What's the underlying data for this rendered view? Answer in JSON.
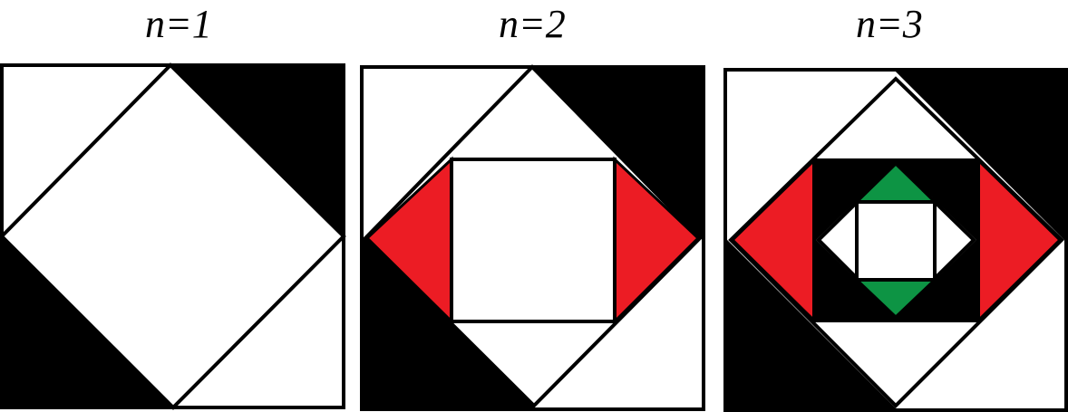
{
  "labels": {
    "n1": "n=1",
    "n2": "n=2",
    "n3": "n=3"
  },
  "colors": {
    "outline": "#000000",
    "fill_light": "#ffffff",
    "fill_dark": "#000000",
    "accent_red": "#ec1c24",
    "accent_green": "#0d9444"
  }
}
